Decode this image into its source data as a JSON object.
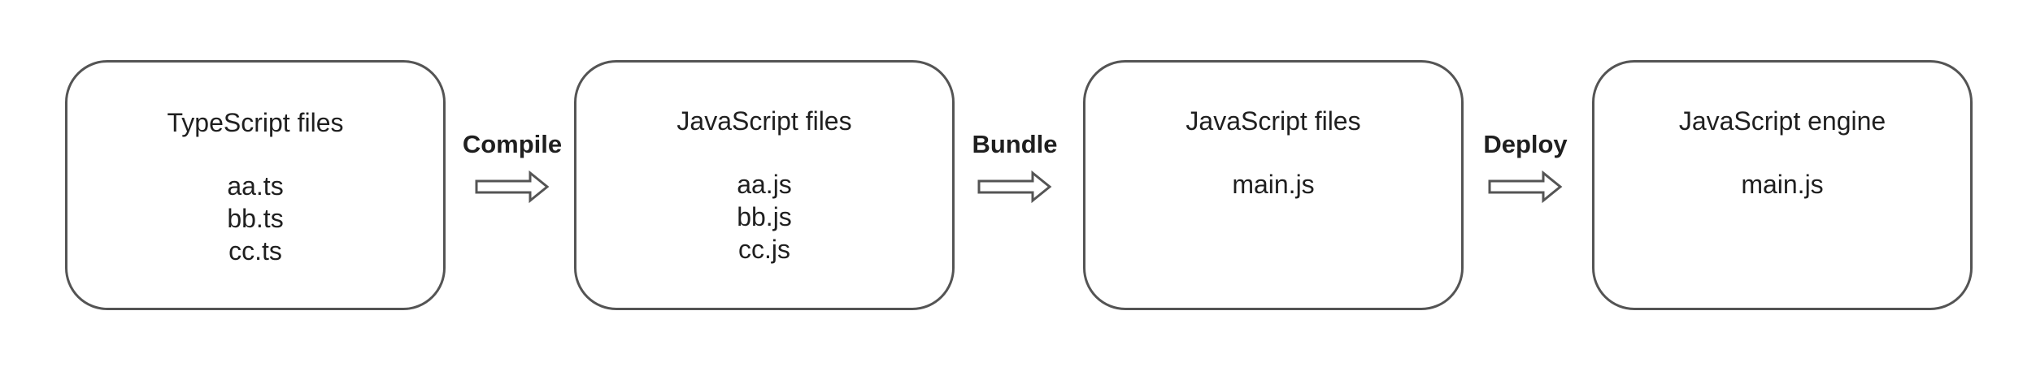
{
  "diagram": {
    "stages": [
      {
        "title": "TypeScript files",
        "files": [
          "aa.ts",
          "bb.ts",
          "cc.ts"
        ]
      },
      {
        "title": "JavaScript files",
        "files": [
          "aa.js",
          "bb.js",
          "cc.js"
        ]
      },
      {
        "title": "JavaScript files",
        "files": [
          "main.js"
        ]
      },
      {
        "title": "JavaScript engine",
        "files": [
          "main.js"
        ]
      }
    ],
    "steps": [
      {
        "label": "Compile"
      },
      {
        "label": "Bundle"
      },
      {
        "label": "Deploy"
      }
    ],
    "colors": {
      "stroke": "#545454",
      "text": "#1f1f1f",
      "background": "#ffffff"
    }
  }
}
